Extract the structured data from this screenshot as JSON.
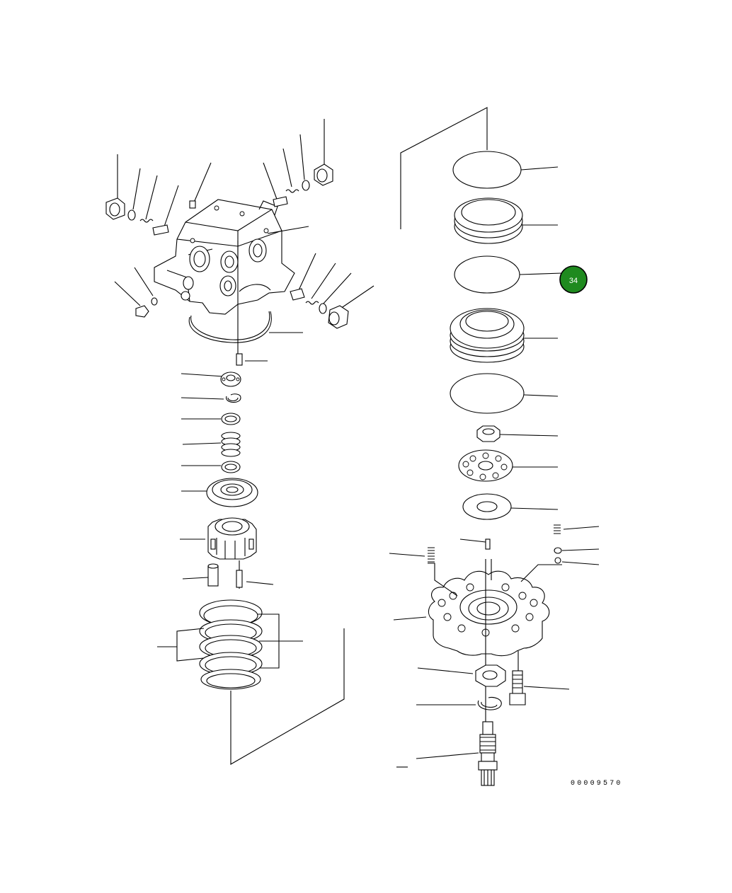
{
  "diagram": {
    "type": "exploded parts diagram",
    "drawing_number": "00009570",
    "callouts": [
      {
        "label": "34",
        "color": "#1f8a1f",
        "interactive": true
      }
    ]
  }
}
